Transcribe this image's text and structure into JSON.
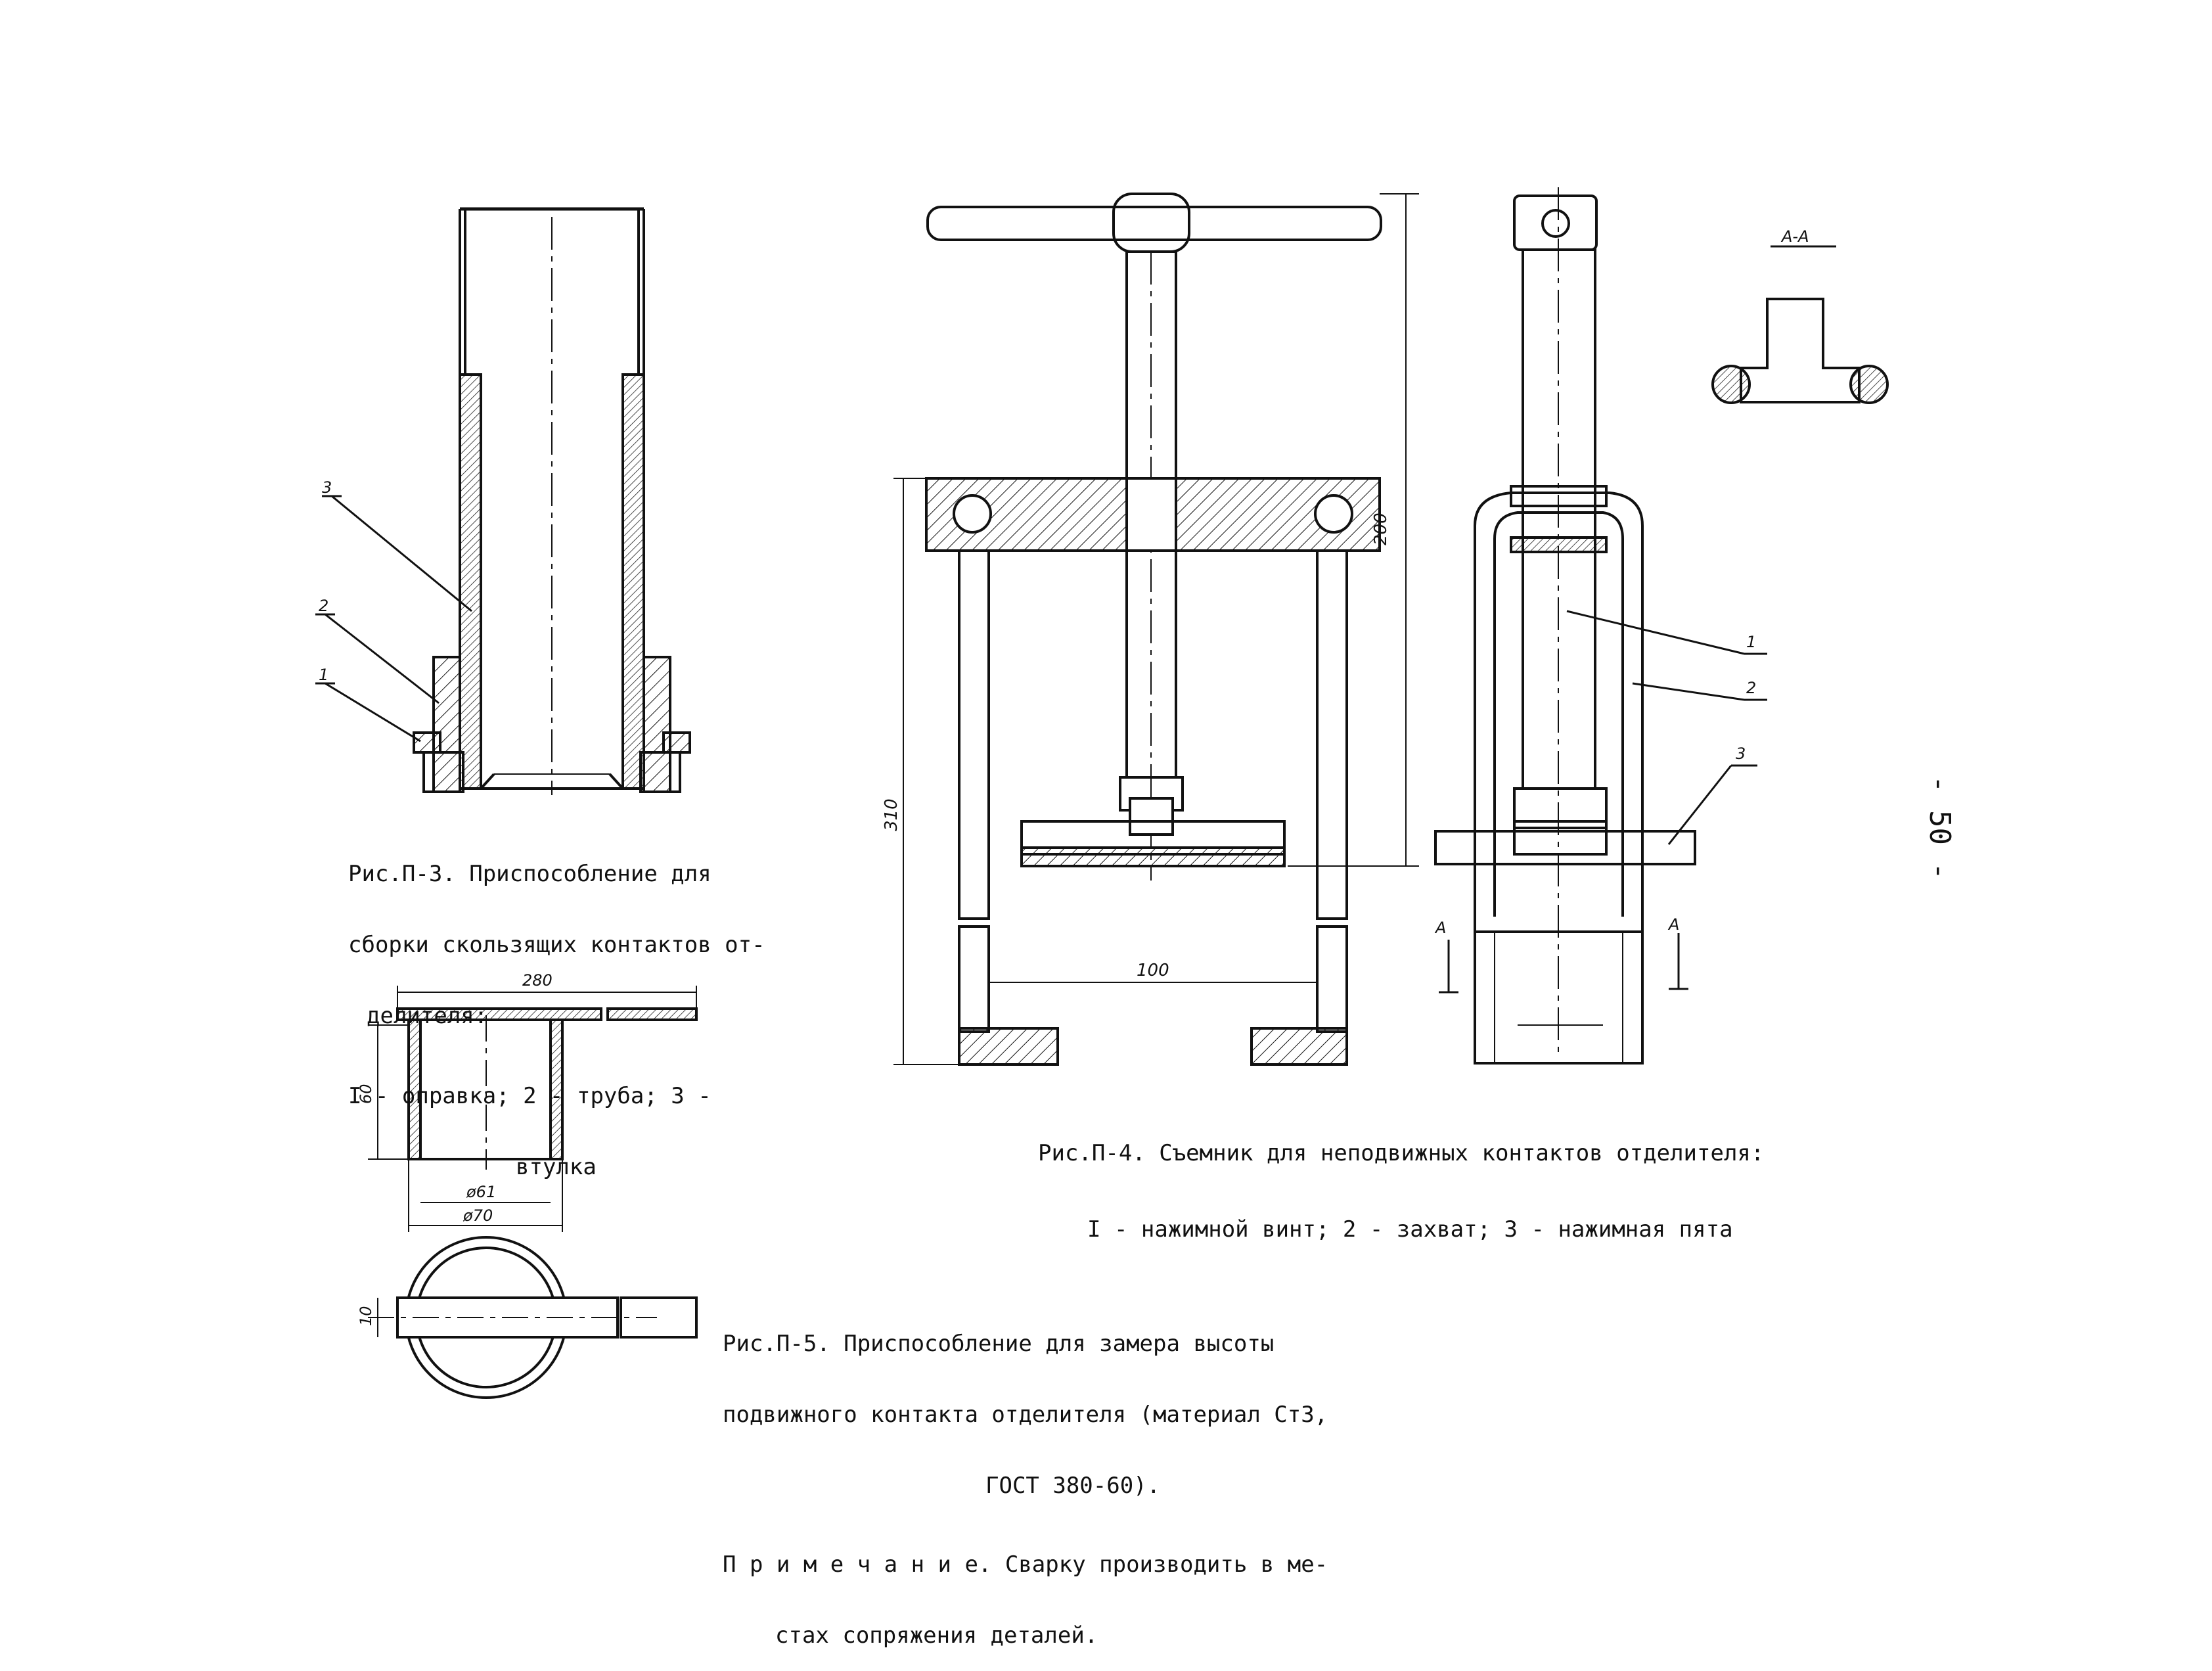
{
  "page_number": "- 50 -",
  "figure_p3": {
    "caption_lines": [
      "Рис.П-3. Приспособление для",
      "сборки скользящих контактов от-",
      "делителя:"
    ],
    "legend_lines": [
      "I - оправка; 2 - труба; 3 -",
      "втулка"
    ],
    "callouts": [
      "3",
      "2",
      "1"
    ]
  },
  "figure_p4": {
    "caption_lines": [
      "Рис.П-4. Съемник для неподвижных контактов отделителя:",
      "I - нажимной винт; 2 - захват; 3 - нажимная пята"
    ],
    "dimensions": {
      "height_total": "200",
      "height_frame": "310",
      "span": "100"
    },
    "section_label": "A-A",
    "section_marks": [
      "A",
      "A"
    ],
    "callouts": [
      "1",
      "2",
      "3"
    ]
  },
  "figure_p5": {
    "caption_lines": [
      "Рис.П-5. Приспособление для замера высоты",
      "подвижного контакта отделителя (материал Ст3,",
      "ГОСТ 380-60)."
    ],
    "note_lines": [
      "П р и м е ч а н и е. Сварку производить в ме-",
      "стах сопряжения деталей."
    ],
    "dimensions": {
      "length": "280",
      "height": "60",
      "inner_diameter": "ø61",
      "outer_diameter": "ø70",
      "strip_width": "10"
    }
  },
  "colors": {
    "ink": "#111111",
    "paper": "#ffffff"
  }
}
